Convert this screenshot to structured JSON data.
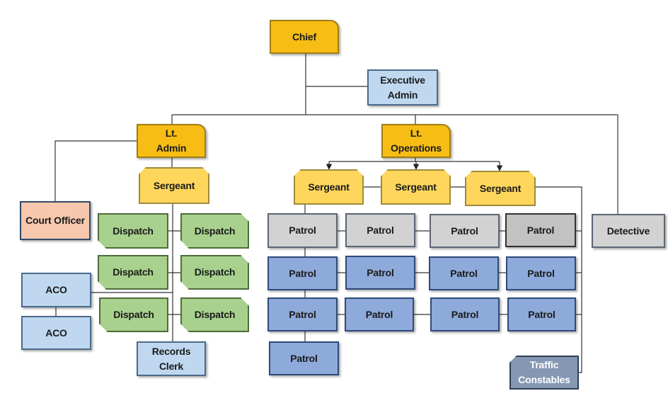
{
  "chart": {
    "chief": "Chief",
    "executive_admin": "Executive\nAdmin",
    "lt_admin": "Lt.\nAdmin",
    "lt_operations": "Lt.\nOperations",
    "sergeant_admin": "Sergeant",
    "sergeant_ops_1": "Sergeant",
    "sergeant_ops_2": "Sergeant",
    "sergeant_ops_3": "Sergeant",
    "court_officer": "Court Officer",
    "aco_1": "ACO",
    "aco_2": "ACO",
    "dispatch": [
      "Dispatch",
      "Dispatch",
      "Dispatch",
      "Dispatch",
      "Dispatch",
      "Dispatch"
    ],
    "records_clerk": "Records\nClerk",
    "patrol_row1": [
      "Patrol",
      "Patrol",
      "Patrol",
      "Patrol"
    ],
    "patrol_row2": [
      "Patrol",
      "Patrol",
      "Patrol",
      "Patrol"
    ],
    "patrol_row3": [
      "Patrol",
      "Patrol",
      "Patrol",
      "Patrol"
    ],
    "patrol_row4": [
      "Patrol"
    ],
    "detective": "Detective",
    "traffic_constables": "Traffic\nConstables"
  },
  "colors": {
    "command": "#f7bd14",
    "sergeant": "#ffd65c",
    "admin_staff": "#bfd8ef",
    "court_officer": "#f7c8ad",
    "dispatch": "#a8d18d",
    "patrol_gray": "#d2d2d2",
    "patrol_blue": "#8eaadb",
    "traffic": "#8498b3",
    "connector": "#333333"
  }
}
